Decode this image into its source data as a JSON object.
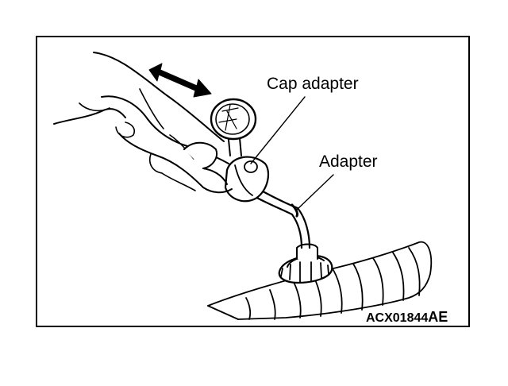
{
  "labels": {
    "cap_adapter": "Cap adapter",
    "adapter": "Adapter"
  },
  "figure_code": {
    "main": "ACX01844",
    "suffix": "AE"
  },
  "colors": {
    "line": "#000000",
    "background": "#ffffff"
  }
}
